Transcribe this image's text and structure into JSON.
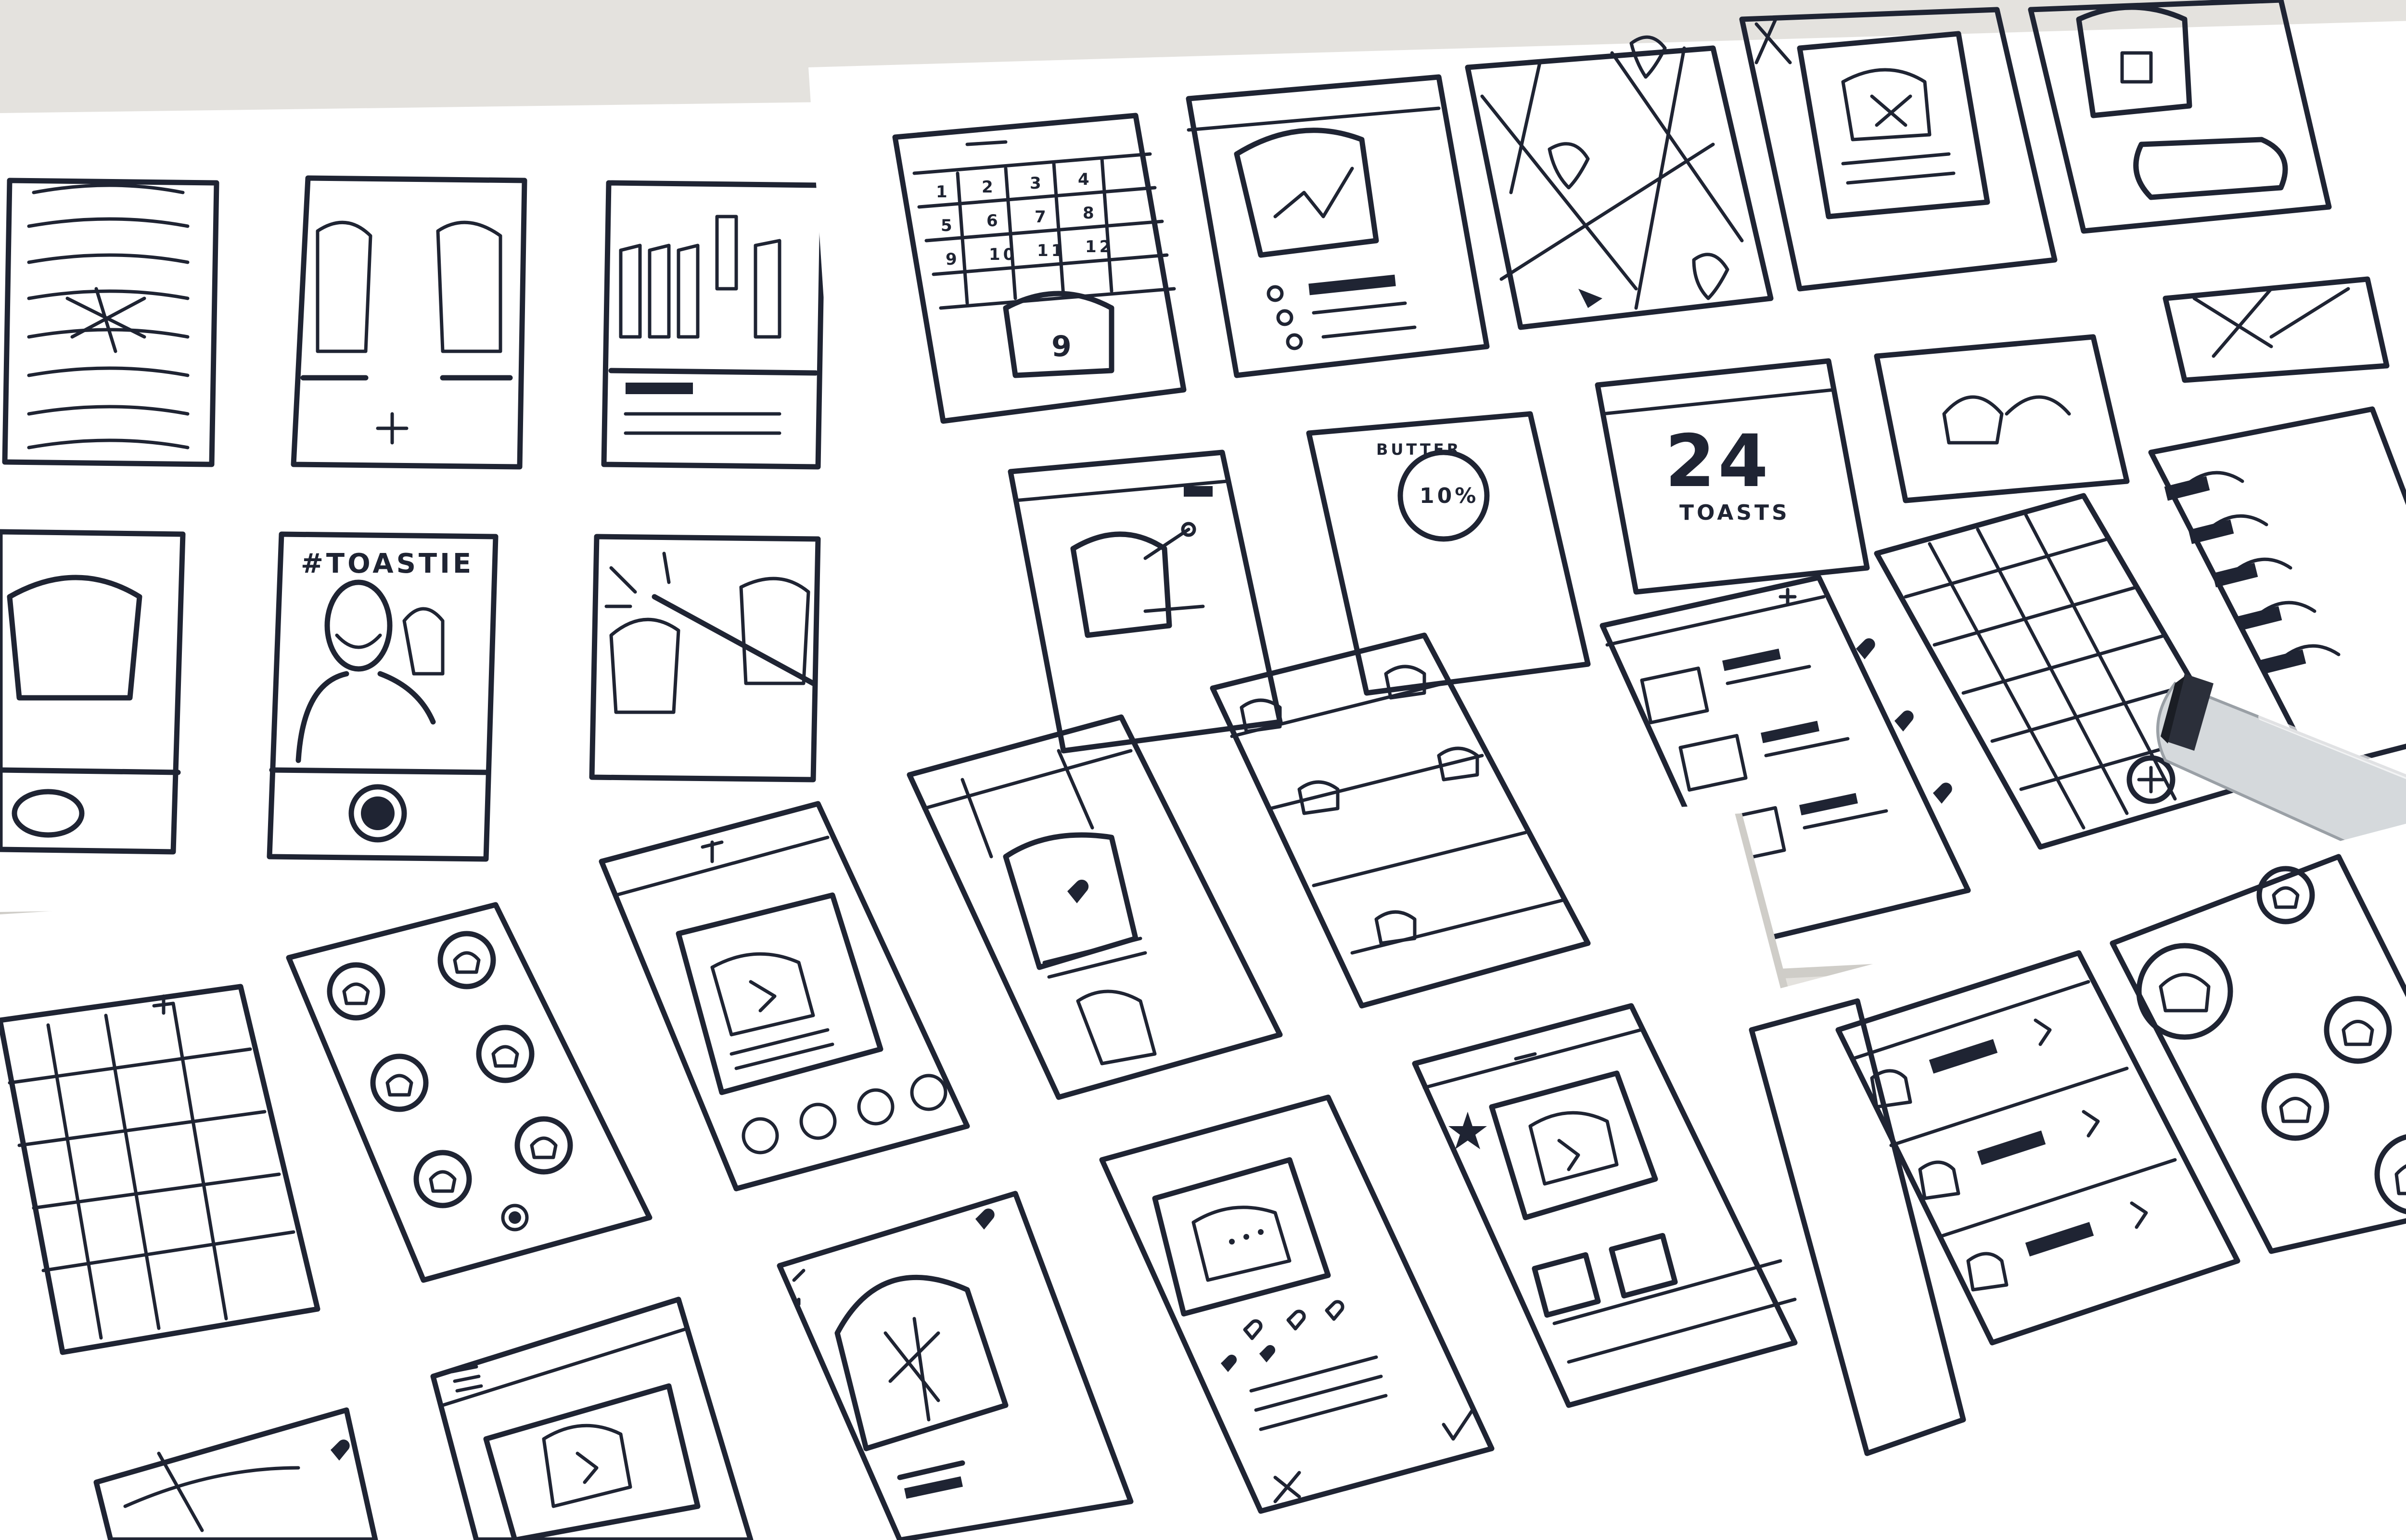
{
  "photo": {
    "subject": "hand-drawn mobile app wireframe sketches",
    "colors": {
      "background": "#e4e2de",
      "paper": "#ffffff",
      "ink": "#1f2433",
      "marker_body": "#d5d9dc"
    }
  },
  "sketch_text": {
    "hashtag": "#TOASTIE",
    "butter_label": "BUTTER",
    "butter_percent": "10%",
    "toast_count": "24",
    "toast_unit": "TOASTS",
    "calendar_numbers": [
      "1",
      "2",
      "3",
      "4",
      "5",
      "6",
      "7",
      "8",
      "9",
      "10",
      "11",
      "12"
    ],
    "toast_badge": "9"
  }
}
